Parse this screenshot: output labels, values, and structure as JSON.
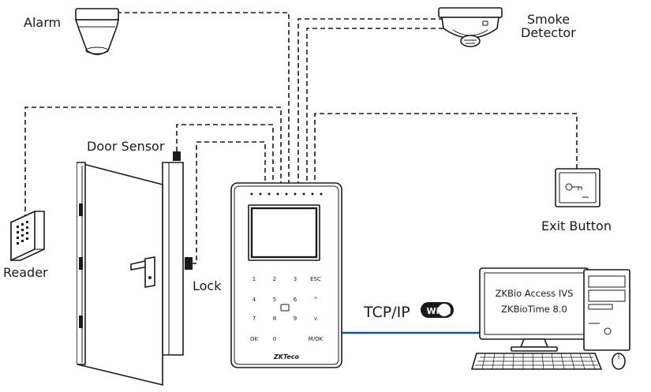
{
  "labels": {
    "alarm": "Alarm",
    "smoke_line1": "Smoke",
    "smoke_line2": "Detector",
    "door_sensor": "Door Sensor",
    "reader": "Reader",
    "lock": "Lock",
    "exit_button": "Exit Button",
    "tcpip": "TCP/IP",
    "wifi": "Wi Fi"
  },
  "computer_screen": {
    "line1": "ZKBio Access IVS",
    "line2": "ZKBioTime 8.0"
  },
  "keypad": {
    "keys": [
      "1",
      "2",
      "3",
      "ESC",
      "4",
      "5",
      "6",
      "^",
      "7",
      "8",
      "9",
      "v",
      "OK",
      "0",
      "",
      "M/OK"
    ]
  },
  "device_logo": "ZKTeco",
  "colors": {
    "lines": "#1a1a1a",
    "network_line": "#1f4f8f",
    "background": "#ffffff"
  },
  "icons": [
    "alarm-icon",
    "smoke-detector-icon",
    "reader-icon",
    "door-icon",
    "door-sensor-icon",
    "lock-icon",
    "exit-button-icon",
    "terminal-icon",
    "computer-icon",
    "wifi-icon"
  ]
}
